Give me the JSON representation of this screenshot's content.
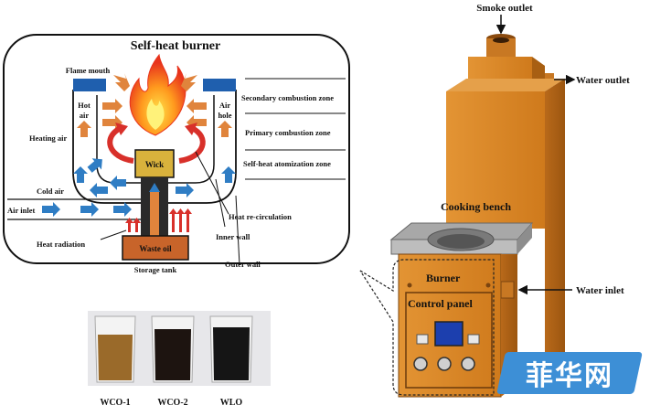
{
  "burner_diagram": {
    "title": "Self-heat burner",
    "labels": {
      "flame_mouth": "Flame mouth",
      "hot_air_1": "Hot",
      "hot_air_2": "air",
      "air_hole_1": "Air",
      "air_hole_2": "hole",
      "heating_air": "Heating air",
      "cold_air": "Cold air",
      "air_inlet": "Air inlet",
      "heat_radiation": "Heat radiation",
      "waste_oil": "Waste oil",
      "storage_tank": "Storage tank",
      "wick": "Wick",
      "secondary_zone": "Secondary combustion zone",
      "primary_zone": "Primary combustion zone",
      "atomization_zone": "Self-heat atomization zone",
      "heat_recirculation": "Heat re-circulation",
      "inner_wall": "Inner wall",
      "outer_wall": "Outer wall"
    }
  },
  "samples": {
    "labels": [
      "WCO-1",
      "WCO-2",
      "WLO"
    ]
  },
  "stove": {
    "labels": {
      "smoke_outlet": "Smoke outlet",
      "water_outlet": "Water outlet",
      "cooking_bench": "Cooking bench",
      "burner": "Burner",
      "control_panel": "Control panel",
      "water_inlet": "Water inlet"
    }
  },
  "watermark": {
    "text": "菲华网"
  },
  "colors": {
    "stove_orange": "#d8861f",
    "stove_dark": "#a85f12",
    "tank_brown": "#c8642a",
    "wick_gold": "#d9b23c",
    "arrow_blue": "#2f7dc4",
    "arrow_orange": "#e0843c",
    "arrow_red": "#d8302a",
    "watermark_blue": "#3d8fd6"
  }
}
